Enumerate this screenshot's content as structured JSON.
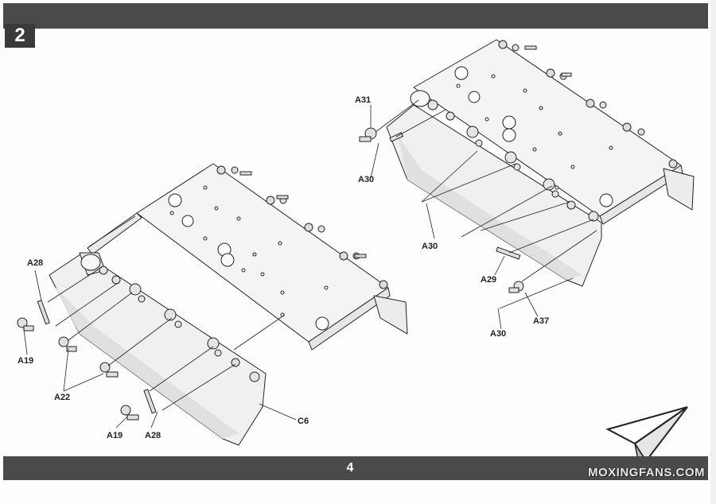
{
  "page": {
    "step_number": "2",
    "page_number": "4",
    "watermark": "MOXINGFANS.COM"
  },
  "colors": {
    "bar": "#4a4a4a",
    "line": "#222222",
    "panel_fill": "#f4f4f4",
    "shade_fill": "#e2e2e2"
  },
  "icons": {
    "logo": "paper-plane-icon"
  },
  "labels": {
    "left": {
      "a28_top": "A28",
      "a19_top": "A19",
      "a22": "A22",
      "a19_bottom": "A19",
      "a28_bottom": "A28",
      "c6": "C6"
    },
    "right": {
      "a31": "A31",
      "a30_top": "A30",
      "a30_mid": "A30",
      "a29": "A29",
      "a37": "A37",
      "a30_bottom": "A30"
    }
  }
}
